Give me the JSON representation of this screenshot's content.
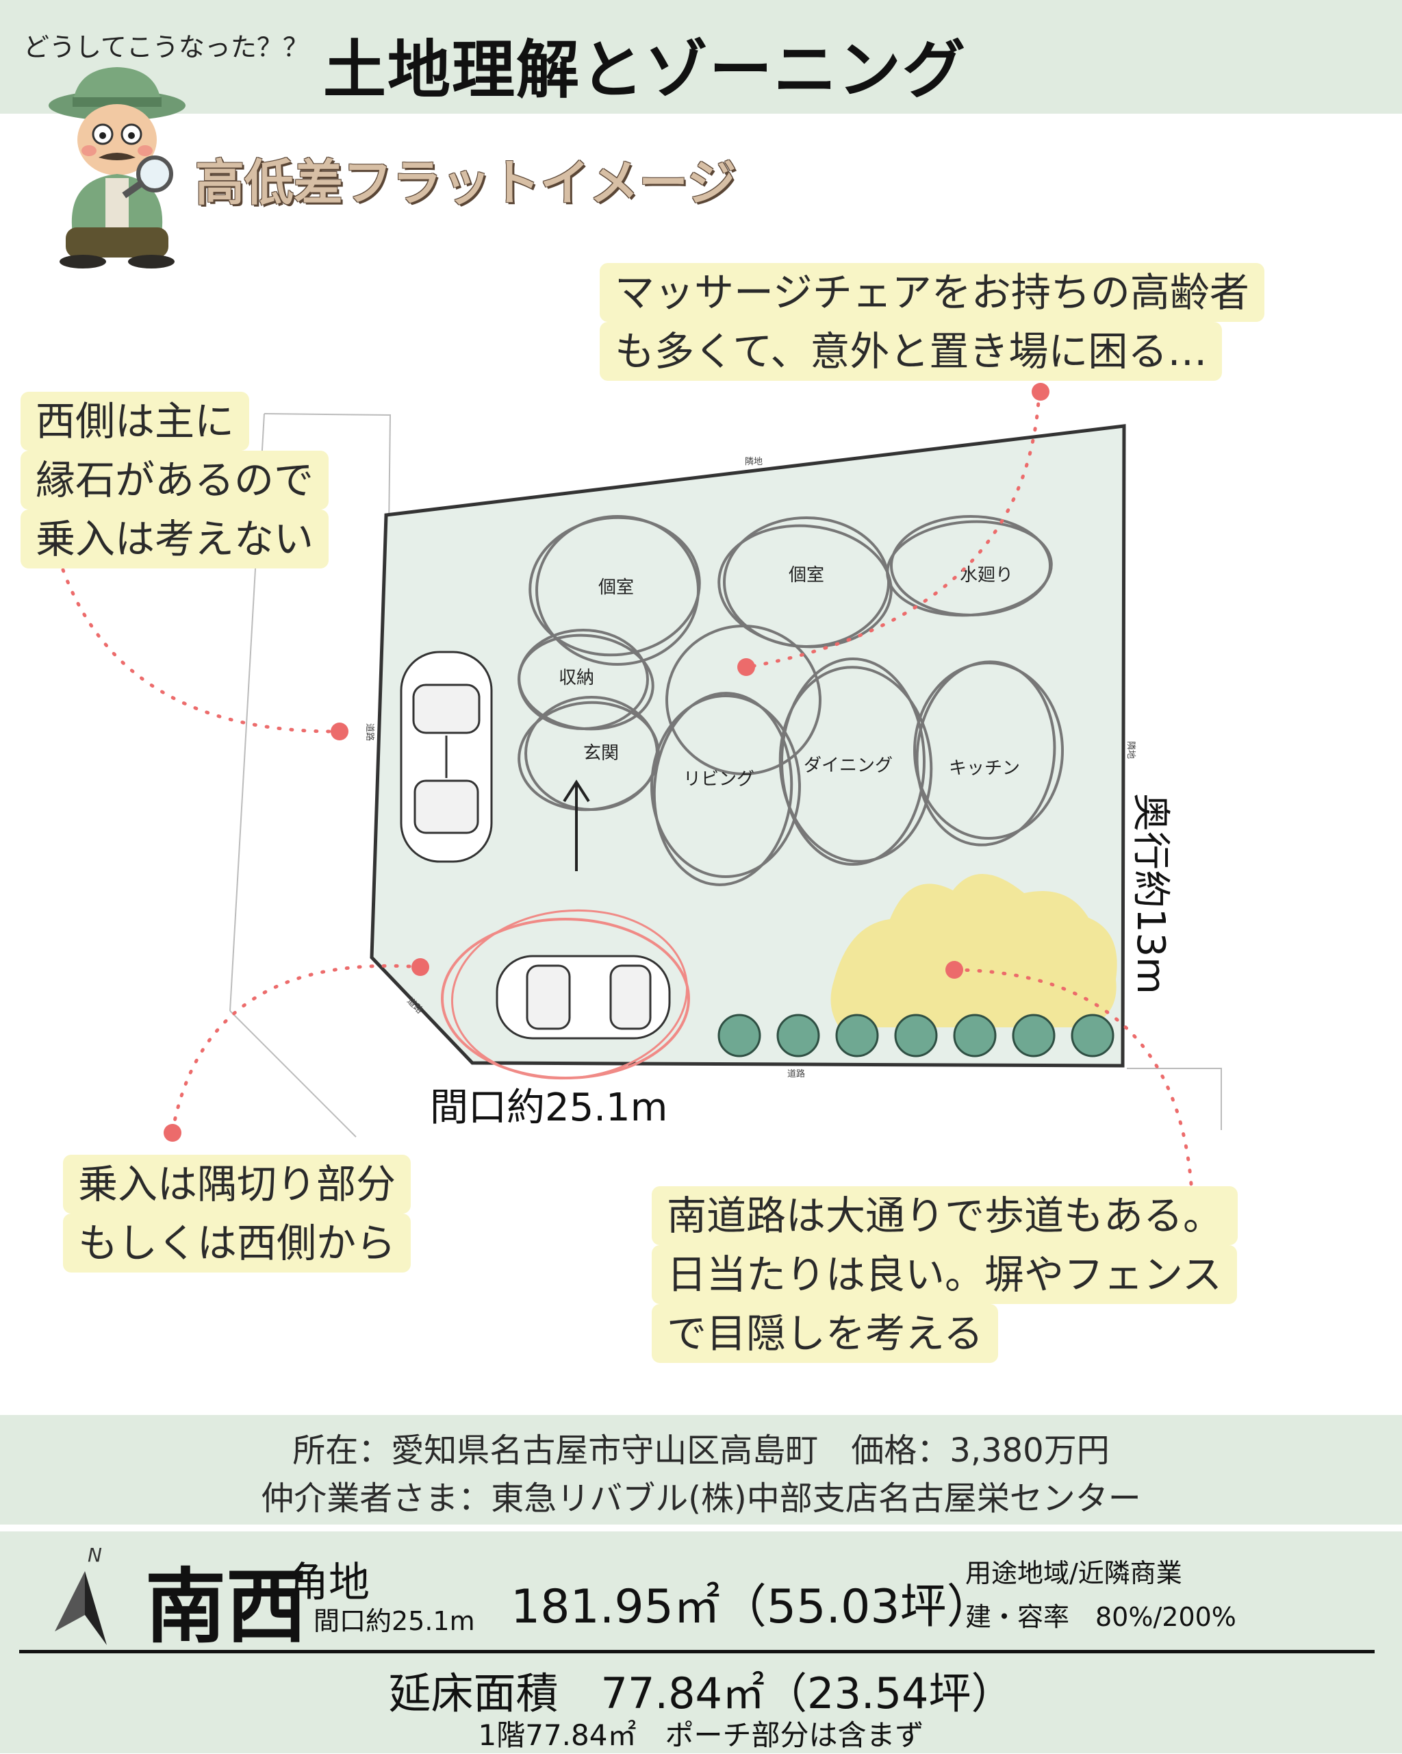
{
  "header": {
    "eyebrow": "どうしてこうなった？？",
    "title": "土地理解とゾーニング",
    "subtitle": "高低差フラットイメージ"
  },
  "site_plan": {
    "rooms": [
      "個室",
      "個室",
      "水廻り",
      "収納",
      "玄関",
      "リビング",
      "ダイニング",
      "キッチン"
    ],
    "neighbor_north": "隣地",
    "neighbor_east": "隣地",
    "road_west": "道路",
    "road_corner": "道路",
    "road_south": "道路",
    "frontage_dim": "間口約25.1m",
    "depth_dim": "奥行約13m"
  },
  "callouts": {
    "massage": [
      "マッサージチェアをお持ちの高齢者",
      "も多くて、意外と置き場に困る…"
    ],
    "west": [
      "西側は主に",
      "縁石があるので",
      "乗入は考えない"
    ],
    "entry": [
      "乗入は隅切り部分",
      "もしくは西側から"
    ],
    "south": [
      "南道路は大通りで歩道もある。",
      "日当たりは良い。塀やフェンス",
      "で目隠しを考える"
    ]
  },
  "info": {
    "location_price": "所在：愛知県名古屋市守山区高島町　価格：3,380万円",
    "broker": "仲介業者さま：東急リバブル(株)中部支店名古屋栄センター"
  },
  "summary": {
    "compass_label": "N",
    "direction": "南西",
    "corner": "角地",
    "frontage": "間口約25.1m",
    "area": "181.95㎡（55.03坪）",
    "usage": "用途地域/近隣商業",
    "ratio": "建・容率　80%/200%",
    "floor_area": "延床面積　77.84㎡（23.54坪）",
    "floor_note": "1階77.84㎡　ポーチ部分は含まず"
  },
  "colors": {
    "band_green": "#e0ebe0",
    "lot_fill": "#e6efe9",
    "callout_yellow": "#f8f5c6",
    "dot_red": "#ec6b6b",
    "sun_yellow": "#f3e58c",
    "tree_green": "#6fa892"
  }
}
